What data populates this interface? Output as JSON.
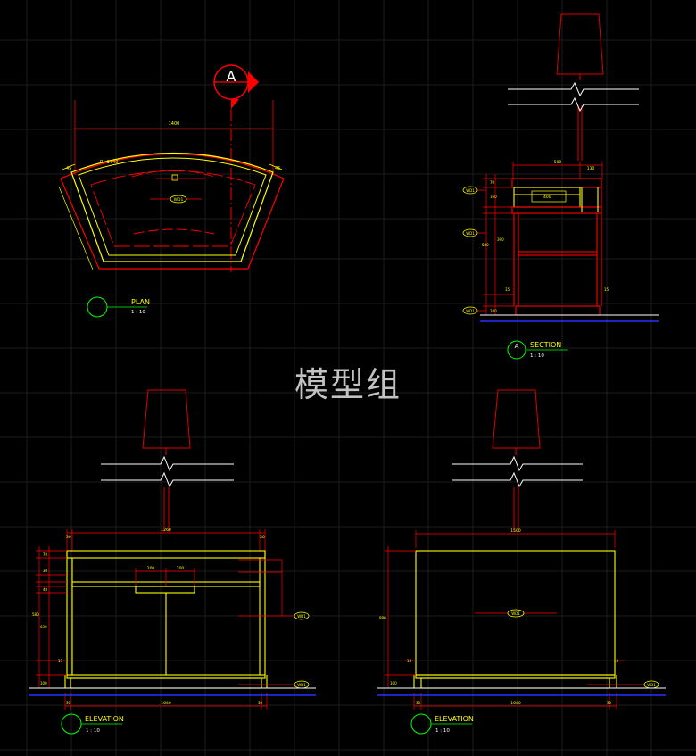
{
  "colors": {
    "background": "#000000",
    "grid": "#1e1e1e",
    "yellow": "#ffff00",
    "red": "#ff0000",
    "white": "#ffffff",
    "green": "#00ff00",
    "blue": "#2233ff",
    "lamp_red": "#e00000"
  },
  "watermark": "模型组",
  "section_marker": {
    "letter": "A"
  },
  "plan": {
    "title": "PLAN",
    "scale": "1 : 10",
    "dim_width": "1400",
    "radius": "R=1740",
    "tag": "WD1",
    "dim_side_left": "45",
    "dim_side_right": "45"
  },
  "section": {
    "title": "SECTION",
    "marker": "A",
    "scale": "1 : 10",
    "dim_top_depth": "500",
    "dim_top_right": "130",
    "dim_drawer": "400",
    "dim_left_1": "70",
    "dim_left_2": "160",
    "dim_left_3": "390",
    "dim_left_4": "15",
    "dim_total": "580",
    "dim_base": "100",
    "dim_right_15": "15",
    "tags": [
      "WD1",
      "WD1",
      "WD1"
    ]
  },
  "elevation_front": {
    "title": "ELEVATION",
    "scale": "1 : 10",
    "dim_top": "1260",
    "dim_left_edge": "30",
    "dim_right_edge": "30",
    "dim_drawer_left": "200",
    "dim_drawer_right": "200",
    "dim_bottom": "1640",
    "dim_bottom_left": "30",
    "dim_bottom_right": "30",
    "dim_v1": "70",
    "dim_v2": "30",
    "dim_v3": "40",
    "dim_v4": "630",
    "dim_v5": "580",
    "dim_v6": "15",
    "dim_v7": "100",
    "tags": [
      "WD1",
      "WD1"
    ]
  },
  "elevation_side": {
    "title": "ELEVATION",
    "scale": "1 : 10",
    "dim_top": "1500",
    "dim_bottom": "1640",
    "dim_bottom_left": "30",
    "dim_bottom_right": "30",
    "dim_height": "880",
    "dim_15_left": "15",
    "dim_15_right": "15",
    "dim_base": "100",
    "tags": [
      "WD1",
      "WD1"
    ]
  }
}
